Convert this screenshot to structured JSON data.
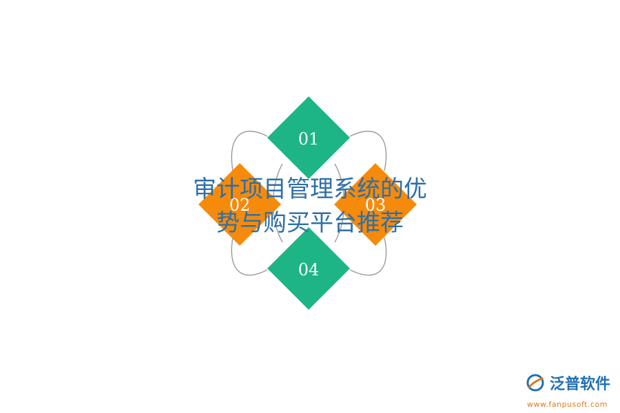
{
  "title": {
    "line1": "审计项目管理系统的优",
    "line2": "势与购买平台推荐"
  },
  "nodes": [
    {
      "label": "01",
      "color": "#1db585"
    },
    {
      "label": "02",
      "color": "#f58a0b"
    },
    {
      "label": "03",
      "color": "#f58a0b"
    },
    {
      "label": "04",
      "color": "#1db585"
    }
  ],
  "colors": {
    "green": "#1db585",
    "orange": "#f58a0b",
    "ring": "#9a9a9a",
    "title": "#2d6fa8"
  },
  "logo": {
    "name": "泛普软件",
    "url": "www.fanpusoft.com",
    "icon": "fanpu-logo-icon"
  }
}
